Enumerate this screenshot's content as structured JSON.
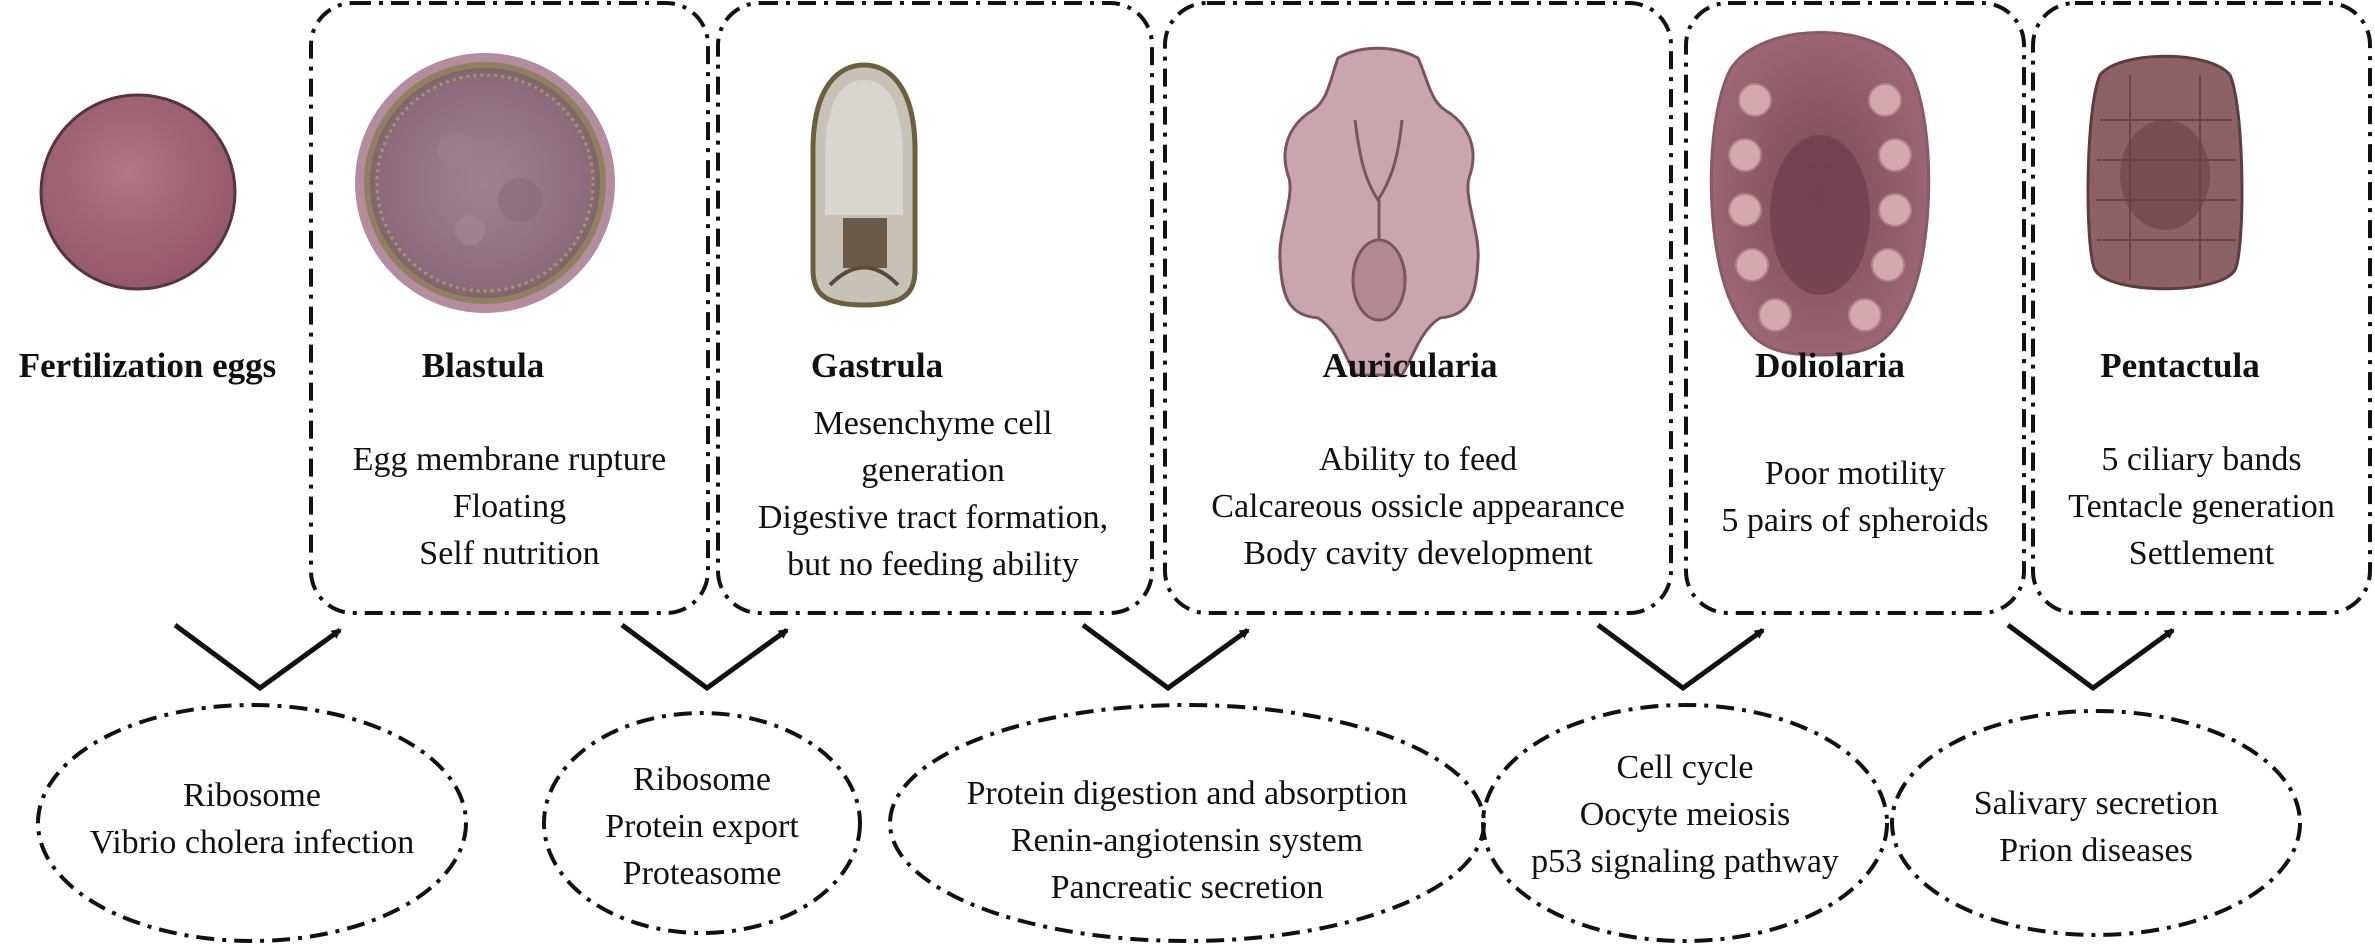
{
  "stages": [
    {
      "title": "Fertilization eggs",
      "features": []
    },
    {
      "title": "Blastula",
      "features": [
        "Egg membrane rupture",
        "Floating",
        "Self nutrition"
      ]
    },
    {
      "title": "Gastrula",
      "features": [
        "Mesenchyme cell",
        "generation",
        "Digestive tract formation,",
        "but no feeding ability"
      ]
    },
    {
      "title": "Auricularia",
      "features": [
        "Ability to feed",
        "Calcareous ossicle appearance",
        "Body cavity development"
      ]
    },
    {
      "title": "Doliolaria",
      "features": [
        "Poor motility",
        "5 pairs of spheroids"
      ]
    },
    {
      "title": "Pentactula",
      "features": [
        "5 ciliary bands",
        "Tentacle generation",
        "Settlement"
      ]
    }
  ],
  "pathways": [
    {
      "items": [
        "Ribosome",
        "Vibrio cholera infection"
      ]
    },
    {
      "items": [
        "Ribosome",
        "Protein export",
        "Proteasome"
      ]
    },
    {
      "items": [
        "Protein digestion and absorption",
        "Renin-angiotensin system",
        "Pancreatic secretion"
      ]
    },
    {
      "items": [
        "Cell cycle",
        "Oocyte meiosis",
        "p53 signaling pathway"
      ]
    },
    {
      "items": [
        "Salivary secretion",
        "Prion diseases"
      ]
    }
  ],
  "colors": {
    "line": "#111111",
    "egg": "#a86a78",
    "larva_dark": "#7a4a55",
    "larva_light": "#c9a6ad"
  }
}
